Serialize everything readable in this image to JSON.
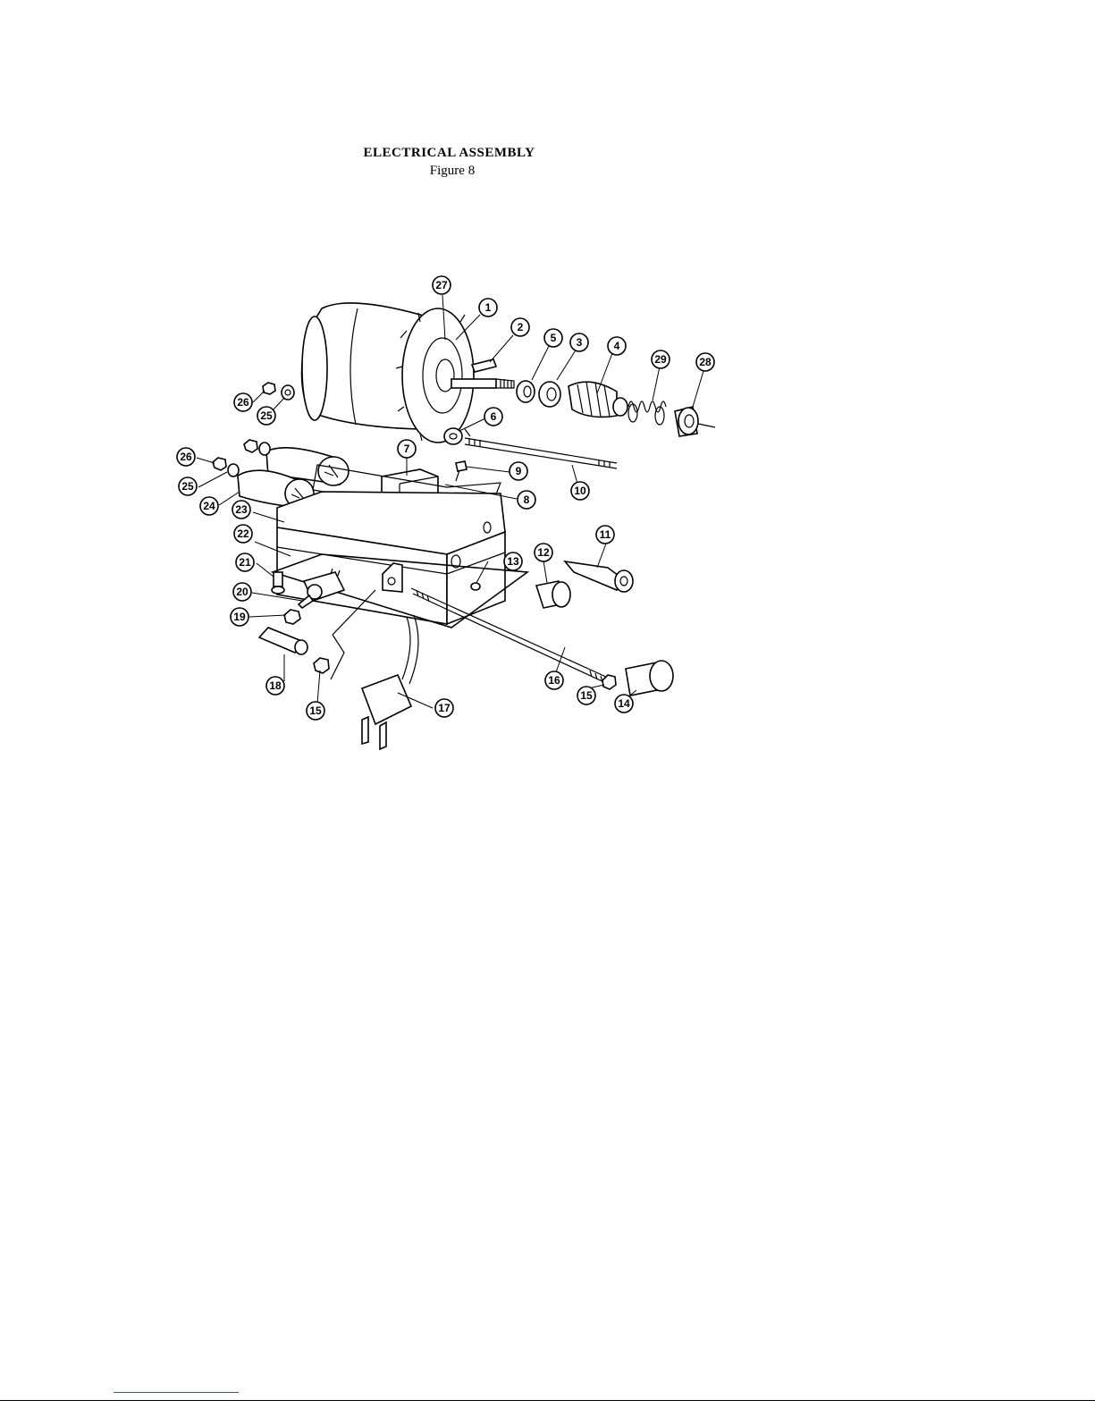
{
  "header": {
    "title": "ELECTRICAL ASSEMBLY",
    "subtitle": "Figure 8"
  },
  "callouts": [
    "27",
    "1",
    "2",
    "5",
    "3",
    "4",
    "29",
    "28",
    "26",
    "25",
    "6",
    "26",
    "25",
    "24",
    "23",
    "7",
    "9",
    "8",
    "10",
    "22",
    "21",
    "20",
    "19",
    "18",
    "15",
    "17",
    "13",
    "12",
    "11",
    "16",
    "15",
    "14"
  ]
}
